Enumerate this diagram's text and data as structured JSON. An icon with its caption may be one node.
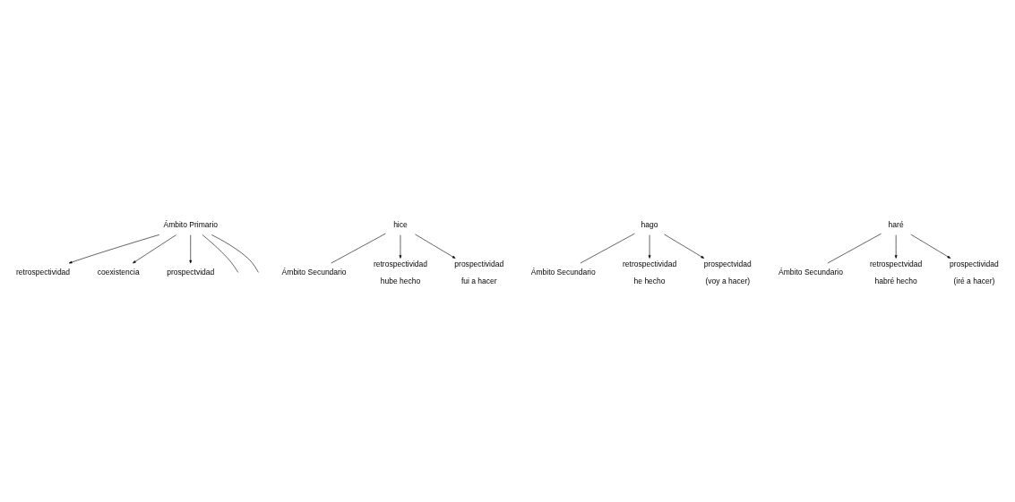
{
  "diagram": {
    "nodes": [
      {
        "text": [
          "Ámbito Primario"
        ]
      },
      {
        "text": [
          "retrospectividad"
        ]
      },
      {
        "text": [
          "coexistencia"
        ]
      },
      {
        "text": [
          "prospectvidad"
        ]
      },
      {
        "text": [
          "hice"
        ]
      },
      {
        "text": [
          "hago"
        ]
      },
      {
        "text": [
          "haré"
        ]
      },
      {
        "text": [
          "Ámbito Secundario"
        ]
      },
      {
        "text": [
          "Ámbito Secundario"
        ]
      },
      {
        "text": [
          "Ámbito Secundario"
        ]
      },
      {
        "text": [
          "retrospectividad",
          "hube hecho"
        ]
      },
      {
        "text": [
          "prospectividad",
          "fui a hacer"
        ]
      },
      {
        "text": [
          "retrospectividad",
          "he hecho"
        ]
      },
      {
        "text": [
          "prospectvidad",
          "(voy a hacer)"
        ]
      },
      {
        "text": [
          "retrospectvidad",
          "habré hecho"
        ]
      },
      {
        "text": [
          "prospectividad",
          "(iré a hacer)"
        ]
      }
    ],
    "edges": [
      {
        "from": 0,
        "to": 1,
        "arrow": "to"
      },
      {
        "from": 0,
        "to": null,
        "arrow": "none"
      },
      {
        "from": 0,
        "to": 2,
        "arrow": "to"
      },
      {
        "from": 0,
        "to": null,
        "arrow": "none"
      },
      {
        "from": 0,
        "to": 3,
        "arrow": "to"
      },
      {
        "from": 4,
        "to": 10,
        "arrow": "to"
      },
      {
        "from": 4,
        "to": 7,
        "arrow": "none"
      },
      {
        "from": 4,
        "to": 11,
        "arrow": "to"
      },
      {
        "from": 5,
        "to": 12,
        "arrow": "to"
      },
      {
        "from": 5,
        "to": 8,
        "arrow": "none"
      },
      {
        "from": 5,
        "to": 13,
        "arrow": "to"
      },
      {
        "from": 6,
        "to": 14,
        "arrow": "to"
      },
      {
        "from": 6,
        "to": 9,
        "arrow": "none"
      },
      {
        "from": 6,
        "to": 15,
        "arrow": "to"
      }
    ]
  }
}
